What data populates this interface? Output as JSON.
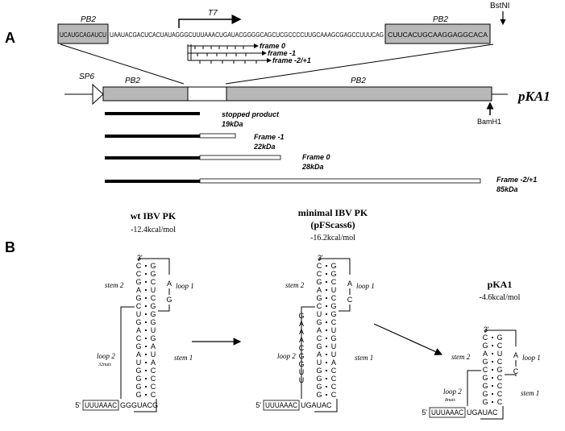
{
  "panel_a": {
    "label": "A",
    "top_seq": {
      "left": "UCAUGCAGAUCU",
      "mid": "UAAUACGACUCACUAUAGGGCUUUAAACUGAUACGGGGCAGCUCGCCCCUUGCAAAGCGAGCCUUUCAG",
      "right": "CUUCACUGCAAGGAGGCACA",
      "left_box_label": "PB2",
      "right_box_label": "PB2"
    },
    "t7_label": "T7",
    "bstni_label": "BstNI",
    "frames": [
      "frame 0",
      "frame -1",
      "frame -2/+1"
    ],
    "construct": {
      "sp6_label": "SP6",
      "left_pb2_label": "PB2",
      "right_pb2_label": "PB2",
      "name": "pKA1",
      "bamh1_label": "BamH1"
    },
    "products": [
      {
        "line1": "stopped product",
        "line2": "19kDa"
      },
      {
        "line1": "Frame -1",
        "line2": "22kDa"
      },
      {
        "line1": "Frame 0",
        "line2": "28kDa"
      },
      {
        "line1": "Frame -2/+1",
        "line2": "85kDa"
      }
    ]
  },
  "panel_b": {
    "label": "B",
    "structures": [
      {
        "title": "wt IBV PK",
        "subtitle": "",
        "energy": "-12.4kcal/mol",
        "stem1": "stem 1",
        "stem2": "stem 2",
        "loop1": "loop 1",
        "loop2": "loop 2",
        "loop2_size": "32nuts",
        "slippery": "UUUAAAC",
        "tail": "GGGUACG",
        "five": "5'",
        "three": "3'",
        "top_pairs": [
          [
            "C",
            "G"
          ],
          [
            "C",
            "G"
          ],
          [
            "G",
            "C"
          ],
          [
            "A",
            "U"
          ],
          [
            "G",
            "C"
          ],
          [
            "C",
            "G"
          ]
        ],
        "bottom_pairs": [
          [
            "U",
            "G"
          ],
          [
            "G",
            "G"
          ],
          [
            "A",
            "U"
          ],
          [
            "C",
            "G"
          ],
          [
            "G",
            "A"
          ],
          [
            "A",
            "U"
          ],
          [
            "U",
            "A"
          ],
          [
            "G",
            "C"
          ],
          [
            "G",
            "C"
          ],
          [
            "G",
            "C"
          ],
          [
            "G",
            "C"
          ]
        ],
        "loop1_seq": [
          "A",
          "G"
        ]
      },
      {
        "title": "minimal IBV PK",
        "subtitle": "(pFScass6)",
        "energy": "-16.2kcal/mol",
        "stem1": "stem 1",
        "stem2": "stem 2",
        "loop1": "loop 1",
        "loop2": "loop 2",
        "loop2_size": "",
        "slippery": "UUUAAAC",
        "tail": "UGAUAC",
        "five": "5'",
        "three": "3'",
        "top_pairs": [
          [
            "C",
            "G"
          ],
          [
            "C",
            "G"
          ],
          [
            "G",
            "C"
          ],
          [
            "A",
            "U"
          ],
          [
            "G",
            "C"
          ],
          [
            "C",
            "G"
          ]
        ],
        "bottom_pairs": [
          [
            "U",
            "G"
          ],
          [
            "G",
            "C"
          ],
          [
            "A",
            "U"
          ],
          [
            "C",
            "G"
          ],
          [
            "G",
            "U"
          ],
          [
            "A",
            "U"
          ],
          [
            "U",
            "A"
          ],
          [
            "G",
            "C"
          ],
          [
            "G",
            "C"
          ],
          [
            "G",
            "C"
          ],
          [
            "G",
            "C"
          ]
        ],
        "loop1_seq": [
          "A",
          "C"
        ],
        "loop2_seq": [
          "G",
          "A",
          "A",
          "A",
          "C",
          "G",
          "G",
          "U",
          "U"
        ]
      },
      {
        "title": "pKA1",
        "subtitle": "",
        "energy": "-4.6kcal/mol",
        "stem1": "stem 1",
        "stem2": "stem 2",
        "loop1": "loop 1",
        "loop2": "loop 2",
        "loop2_size": "8nuts",
        "slippery": "UUUAAAC",
        "tail": "UGAUAC",
        "five": "5'",
        "three": "3'",
        "top_pairs": [
          [
            "C",
            "G"
          ],
          [
            "G",
            "C"
          ],
          [
            "A",
            "U"
          ],
          [
            "G",
            "C"
          ],
          [
            "C",
            "G"
          ]
        ],
        "bottom_pairs": [
          [
            "G",
            "C"
          ],
          [
            "G",
            "C"
          ],
          [
            "G",
            "C"
          ],
          [
            "G",
            "C"
          ]
        ],
        "loop1_seq": [
          "A",
          "C"
        ]
      }
    ]
  }
}
